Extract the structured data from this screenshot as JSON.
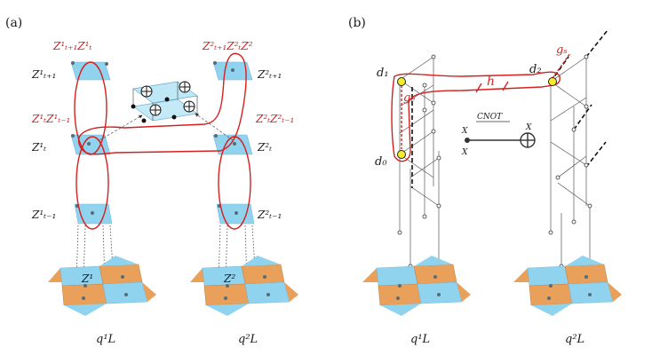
{
  "panel_a": {
    "tag": "(a)",
    "top_left": "Z¹ₜ₊₁Z¹ₜ",
    "top_right": "Z²ₜ₊₁Z²ₜZ²",
    "mid_left": "Z¹ₜZ¹ₜ₋₁",
    "mid_right": "Z²ₜZ²ₜ₋₁",
    "row_tp1_left": "Z¹ₜ₊₁",
    "row_t_left": "Z¹ₜ",
    "row_tm1_left": "Z¹ₜ₋₁",
    "row_tp1_right": "Z²ₜ₊₁",
    "row_t_right": "Z²ₜ",
    "row_tm1_right": "Z²ₜ₋₁",
    "code_left": "Z¹",
    "code_right": "Z²",
    "qubit_left": "q¹L",
    "qubit_right": "q²L"
  },
  "panel_b": {
    "tag": "(b)",
    "d1": "d₁",
    "d0": "d₀",
    "d2": "d₂",
    "h": "h",
    "ge": "gₑ",
    "gs": "gₛ",
    "cnot": "CNOT",
    "x1": "X",
    "x2": "X",
    "x3": "X",
    "qubit_left": "q¹L",
    "qubit_right": "q²L"
  },
  "colors": {
    "blue": "#8fd3ee",
    "orange": "#e8a05a",
    "red": "#d42020",
    "yellow": "#f4ec2a"
  }
}
